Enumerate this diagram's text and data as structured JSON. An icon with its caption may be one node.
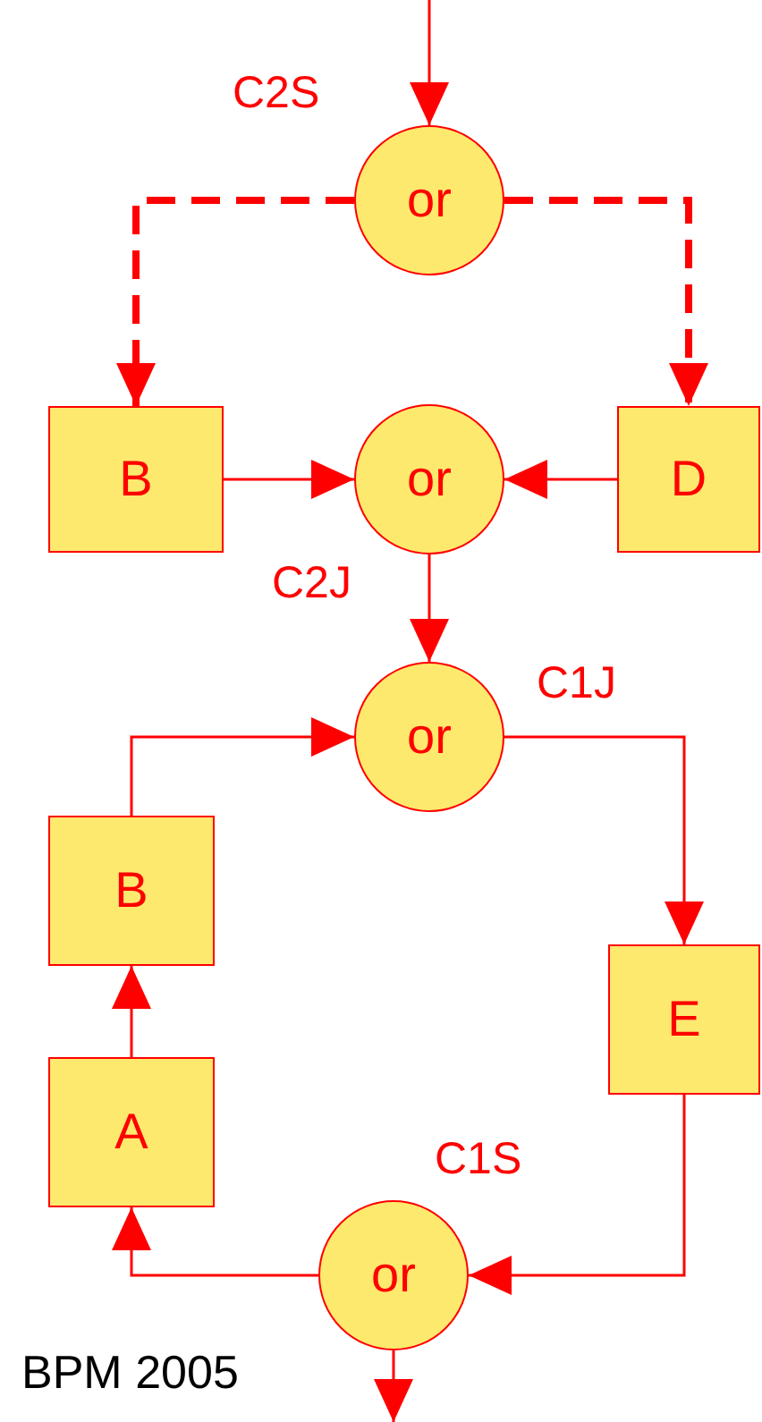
{
  "diagram": {
    "nodes": [
      {
        "text": [
          "or"
        ],
        "beside": [
          "C2S"
        ]
      },
      {
        "text": [
          "B"
        ]
      },
      {
        "text": [
          "or"
        ],
        "beside": [
          "C2J"
        ]
      },
      {
        "text": [
          "D"
        ]
      },
      {
        "text": [
          "or"
        ],
        "beside": [
          "C1J"
        ]
      },
      {
        "text": [
          "B"
        ]
      },
      {
        "text": [
          "E"
        ]
      },
      {
        "text": [
          "A"
        ]
      },
      {
        "text": [
          "or"
        ],
        "beside": [
          "C1S"
        ]
      }
    ],
    "edges": [
      {
        "from": null,
        "to": 0,
        "arrow": "to"
      },
      {
        "from": 0,
        "to": 1,
        "arrow": "to",
        "style": "dashed"
      },
      {
        "from": 0,
        "to": 3,
        "arrow": "to",
        "style": "dashed"
      },
      {
        "from": 1,
        "to": 2,
        "arrow": "to"
      },
      {
        "from": 3,
        "to": 2,
        "arrow": "to"
      },
      {
        "from": 2,
        "to": 4,
        "arrow": "to"
      },
      {
        "from": 4,
        "to": 6,
        "arrow": "to"
      },
      {
        "from": 6,
        "to": 8,
        "arrow": "to"
      },
      {
        "from": 8,
        "to": 7,
        "arrow": "to"
      },
      {
        "from": 7,
        "to": 5,
        "arrow": "to"
      },
      {
        "from": 5,
        "to": 4,
        "arrow": "to"
      },
      {
        "from": 8,
        "to": null,
        "arrow": "to"
      }
    ],
    "labels": [
      "BPM 2005"
    ]
  }
}
